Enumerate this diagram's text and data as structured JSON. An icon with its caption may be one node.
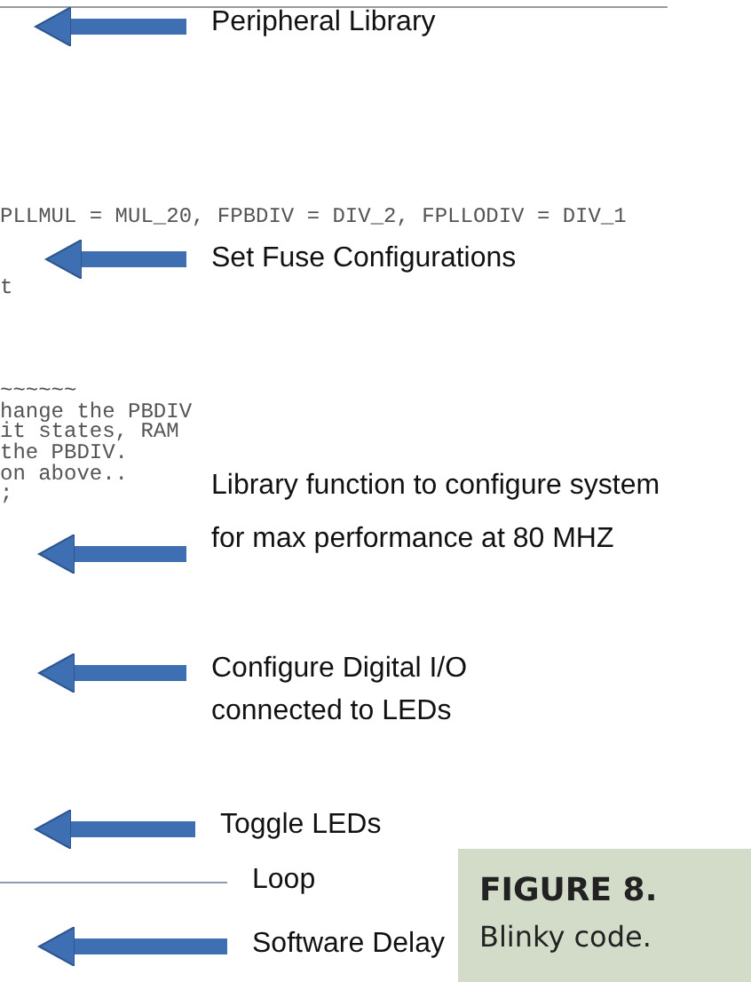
{
  "diagram": {
    "caption": "**FIGURE 8.** Blinky code.",
    "nodes": [
      {
        "text": [
          "Peripheral Library"
        ]
      },
      {
        "text": [
          "Set Fuse Configurations"
        ]
      },
      {
        "text": [
          "Library function to configure system for max performance at 80 MHZ"
        ]
      },
      {
        "text": [
          "Configure Digital I/O connected to LEDs"
        ]
      },
      {
        "text": [
          "Toggle LEDs"
        ]
      },
      {
        "text": [
          "Loop"
        ]
      },
      {
        "text": [
          "Software Delay"
        ]
      }
    ],
    "edges": [
      {
        "from": 0,
        "to": null,
        "arrow": "to"
      },
      {
        "from": 1,
        "to": null,
        "arrow": "to"
      },
      {
        "from": 2,
        "to": null,
        "arrow": "to"
      },
      {
        "from": 3,
        "to": null,
        "arrow": "to"
      },
      {
        "from": 4,
        "to": null,
        "arrow": "to"
      },
      {
        "from": 5,
        "to": null,
        "arrow": "none",
        "color": "#8c9bb0"
      },
      {
        "from": 6,
        "to": null,
        "arrow": "to"
      }
    ],
    "labels": [
      "PLLMUL = MUL_20, FPBDIV = DIV_2, FPLLODIV = DIV_1",
      "t",
      "~~~~~~",
      "hange the PBDIV",
      "it states, RAM",
      "the PBDIV.",
      "on above..",
      ";"
    ]
  }
}
